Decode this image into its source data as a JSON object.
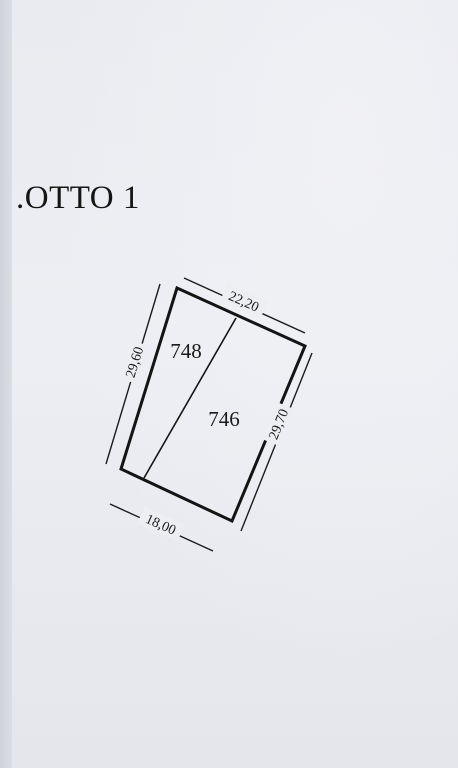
{
  "document": {
    "title": ".OTTO 1"
  },
  "plot": {
    "parcels": [
      {
        "id": "748"
      },
      {
        "id": "746"
      }
    ],
    "dimensions": {
      "top": "22,20",
      "left": "29,60",
      "right": "29,70",
      "bottom": "18,00"
    }
  }
}
